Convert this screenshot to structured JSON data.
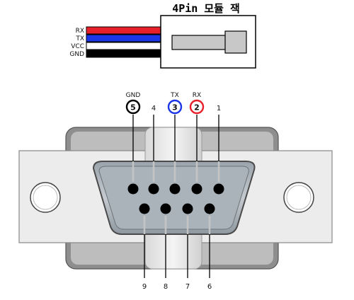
{
  "module": {
    "title": "4Pin 모듈 잭",
    "wires": [
      {
        "label": "RX",
        "color": "#e8202a"
      },
      {
        "label": "TX",
        "color": "#1b36e6"
      },
      {
        "label": "VCC",
        "color": "#ffffff"
      },
      {
        "label": "GND",
        "color": "#000000"
      }
    ]
  },
  "connector": {
    "top_pins": [
      {
        "number": "5",
        "signal": "GND",
        "circle_color": "#000000"
      },
      {
        "number": "4",
        "signal": ""
      },
      {
        "number": "3",
        "signal": "TX",
        "circle_color": "#1b36e6"
      },
      {
        "number": "2",
        "signal": "RX",
        "circle_color": "#e8202a"
      },
      {
        "number": "1",
        "signal": ""
      }
    ],
    "bottom_pins": [
      "9",
      "8",
      "7",
      "6"
    ]
  }
}
